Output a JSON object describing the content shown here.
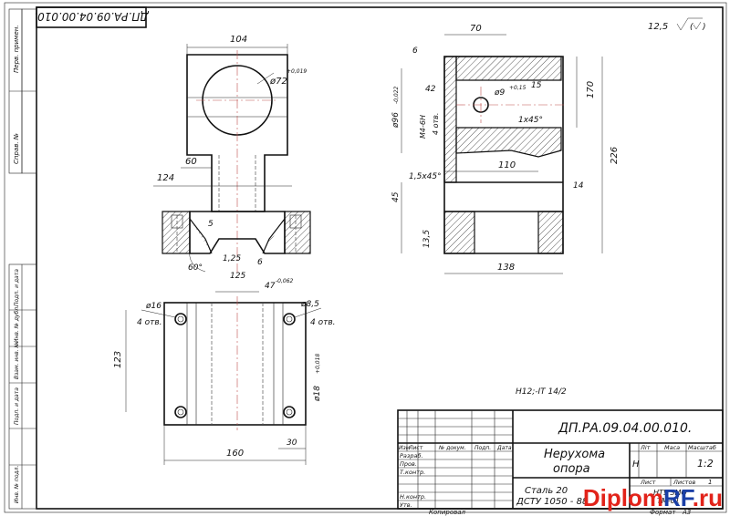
{
  "sheet": {
    "stamp_code": "ДП.РА.09.04.00.010.",
    "title_code": "ДП.РА.09.04.00.010.",
    "roughness": "12,5",
    "tolerance_note": "H12;-IT 14/2"
  },
  "side_strip": {
    "labels": [
      "Перв. примен.",
      "Справ. №",
      "Подп. и дата",
      "Инв. № дубл.",
      "Взам. инв. №",
      "Подп. и дата",
      "Инв. № подл."
    ]
  },
  "title_block": {
    "name_line1": "Нерухома",
    "name_line2": "опора",
    "material_line1": "Сталь 20",
    "material_line2": "ДСТУ 1050 - 88",
    "lit_header": "Літ",
    "mass_header": "Маса",
    "scale_header": "Масштаб",
    "lit_value": "Н",
    "scale_value": "1:2",
    "sheet_label": "Лист",
    "sheets_label": "Листов",
    "sheets_value": "1",
    "org": "НТУ ЗМО",
    "org2": "ТМ-01",
    "copied_label": "Копировал",
    "format_label": "Формат",
    "format_value": "А3",
    "col_headers": [
      "Изм",
      "Лист",
      "№ докум.",
      "Подп.",
      "Дата"
    ],
    "roles": [
      "Разраб.",
      "Пров.",
      "Т.контр.",
      "Н.контр.",
      "Утв."
    ]
  },
  "dims": {
    "top_width": "104",
    "bore": "ø72",
    "bore_tol": "+0,019",
    "d60": "60",
    "d124": "124",
    "d5": "5",
    "ang60": "60°",
    "d125a": "1,25",
    "d125b": "125",
    "d6": "6",
    "d47": "47",
    "d47tol": "-0,062",
    "sec_70": "70",
    "sec_6": "6",
    "sec_42": "42",
    "sec_hole": "ø9",
    "sec_hole_tol": "+0,15",
    "sec_15": "15",
    "sec_170": "170",
    "sec_226": "226",
    "sec_d96": "ø96",
    "sec_d96tol": "-0,022",
    "sec_m4": "М4-6Н",
    "sec_4otv": "4 отв.",
    "sec_chamf1": "1х45°",
    "sec_110": "110",
    "sec_chamf2": "1,5х45°",
    "sec_14": "14",
    "sec_45": "45",
    "sec_135": "13,5",
    "sec_138": "138",
    "plan_d16": "ø16",
    "plan_4otv": "4 отв.",
    "plan_d85": "ø8,5",
    "plan_4otv2": "4 отв.",
    "plan_123": "123",
    "plan_d18": "ø18",
    "plan_d18tol": "+0,018",
    "plan_160": "160",
    "plan_30": "30"
  },
  "brand": {
    "part1": "Diplom",
    "part2": "RF",
    "part3": ".ru"
  },
  "colors": {
    "brand_red": "#e2231a",
    "brand_blue": "#1a3fa6",
    "axis_red": "#c0504d"
  }
}
